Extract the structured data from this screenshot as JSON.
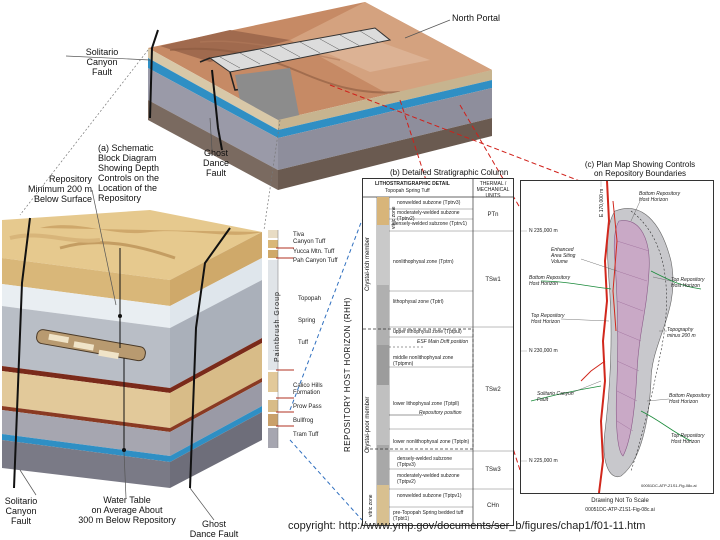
{
  "panel_a": {
    "title": "(a) Schematic\nBlock Diagram\nShowing Depth\nControls on the\nLocation of the\nRepository",
    "labels": {
      "north_portal": "North Portal",
      "solitario_top": "Solitario\nCanyon\nFault",
      "ghost_top": "Ghost\nDance\nFault",
      "repository_min": "Repository\nMinimum 200 m\nBelow Surface",
      "solitario_bottom": "Solitario\nCanyon\nFault",
      "water_table": "Water Table\non Average About\n300 m Below Repository",
      "ghost_bottom": "Ghost\nDance Fault"
    },
    "units": {
      "group": "Paintbrush Group",
      "tiva": "Tiva\nCanyon Tuff",
      "yucca": "Yucca Mtn. Tuff",
      "pah": "Pah Canyon Tuff",
      "topopah": "Topopah",
      "spring": "Spring",
      "tuff": "Tuff",
      "calico": "Calico Hills\nFormation",
      "prow": "Prow Pass",
      "bullfrog": "Bullfrog",
      "tram": "Tram Tuff"
    }
  },
  "panel_b": {
    "title": "(b) Detailed Stratigraphic Column",
    "header_litho": "LITHOSTRATIGRAPHIC DETAIL",
    "header_sub": "Topopah Spring Tuff",
    "header_thermal": "THERMAL / MECHANICAL UNITS",
    "rhh": "REPOSITORY HOST HORIZON (RHH)",
    "crystal_rich": "Crystal-rich member",
    "crystal_poor": "Crystal-poor member",
    "vitric_rich": "vitric zone",
    "vitric_poor": "vitric zone",
    "zones": [
      "nonwelded subzone (Tptrv3)",
      "moderately-welded subzone (Tptrv2)",
      "densely-welded subzone (Tptrv1)",
      "nonlithophysal zone (Tptrn)",
      "lithophysal zone (Tptrl)",
      "upper lithophysal zone (Tptpul)",
      "ESF Main Drift position",
      "middle nonlithophysal zone (Tptpmn)",
      "lower lithophysal zone (Tptpll)",
      "Repository position",
      "lower nonlithophysal zone (Tptpln)",
      "densely-welded subzone (Tptpv3)",
      "moderately-welded subzone (Tptpv2)",
      "nonwelded subzone (Tptpv1)",
      "pre-Topopah Spring bedded tuff (Tpbt1)"
    ],
    "thermal_units": [
      "PTn",
      "TSw1",
      "TSw2",
      "TSw3",
      "CHn"
    ]
  },
  "panel_c": {
    "title": "(c) Plan Map Showing Controls\non Repository Boundaries",
    "callouts": {
      "bottom_host_1": "Bottom Repository\nHost Horizon",
      "enhanced_area": "Enhanced\nArea Siting\nVolume",
      "top_host_1": "Top Repository\nHost Horizon",
      "bottom_host_2": "Bottom Repository\nHost Horizon",
      "top_host_2": "Top Repository\nHost Horizon",
      "topography": "Topography\nminus 200 m",
      "solitario": "Solitario Canyon\nFault",
      "bottom_host_3": "Bottom Repository\nHost Horizon",
      "top_host_3": "Top Repository\nHost Horizon"
    },
    "coords": [
      "N 235,000 m",
      "N 230,000 m",
      "N 225,000 m",
      "E 170,000 m"
    ],
    "note": "Drawing Not To Scale",
    "ref": "00051DC-ATP-Z1S1-Fig-08c.ai"
  },
  "copyright": "copyright: http://www.ymp.gov/documents/ser_b/figures/chap1/f01-11.htm",
  "colors": {
    "layer_red": "#7a2a1a",
    "water_blue": "#2f8fc4",
    "dashed_link_red": "#d0201a",
    "dashed_link_blue": "#2f6fbf",
    "plan_red": "#d1271c",
    "plan_fill": "#c9a9c6"
  }
}
